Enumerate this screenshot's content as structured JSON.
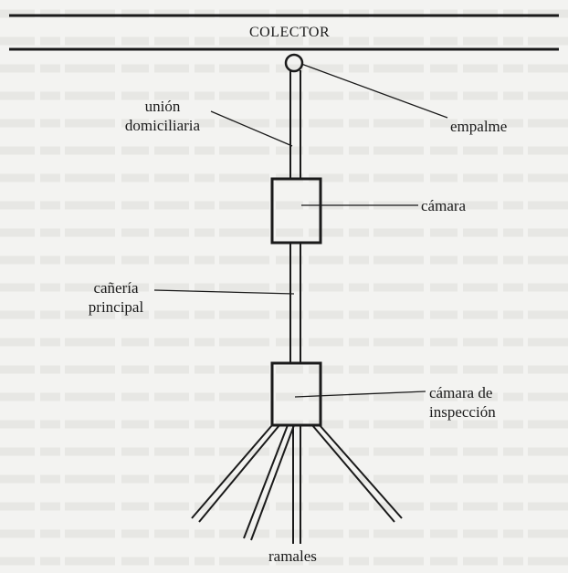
{
  "diagram": {
    "labels": {
      "colector": "COLECTOR",
      "union_line1": "unión",
      "union_line2": "domiciliaria",
      "empalme": "empalme",
      "camara": "cámara",
      "caneria_line1": "cañería",
      "caneria_line2": "principal",
      "camara_inspeccion_line1": "cámara de",
      "camara_inspeccion_line2": "inspección",
      "ramales": "ramales"
    }
  }
}
